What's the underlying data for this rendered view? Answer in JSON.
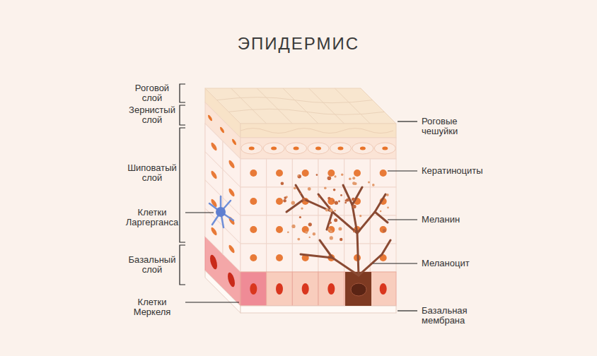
{
  "diagram": {
    "title": "ЭПИДЕРМИС",
    "labels": [
      "Роговой слой",
      "Зернистый слой",
      "Шиповатый слой",
      "Клетки Ларгерганса",
      "Базальный слой",
      "Клетки Меркеля",
      "Роговые чешуйки",
      "Кератиноциты",
      "Меланин",
      "Меланоцит",
      "Базальная мембрана"
    ]
  }
}
